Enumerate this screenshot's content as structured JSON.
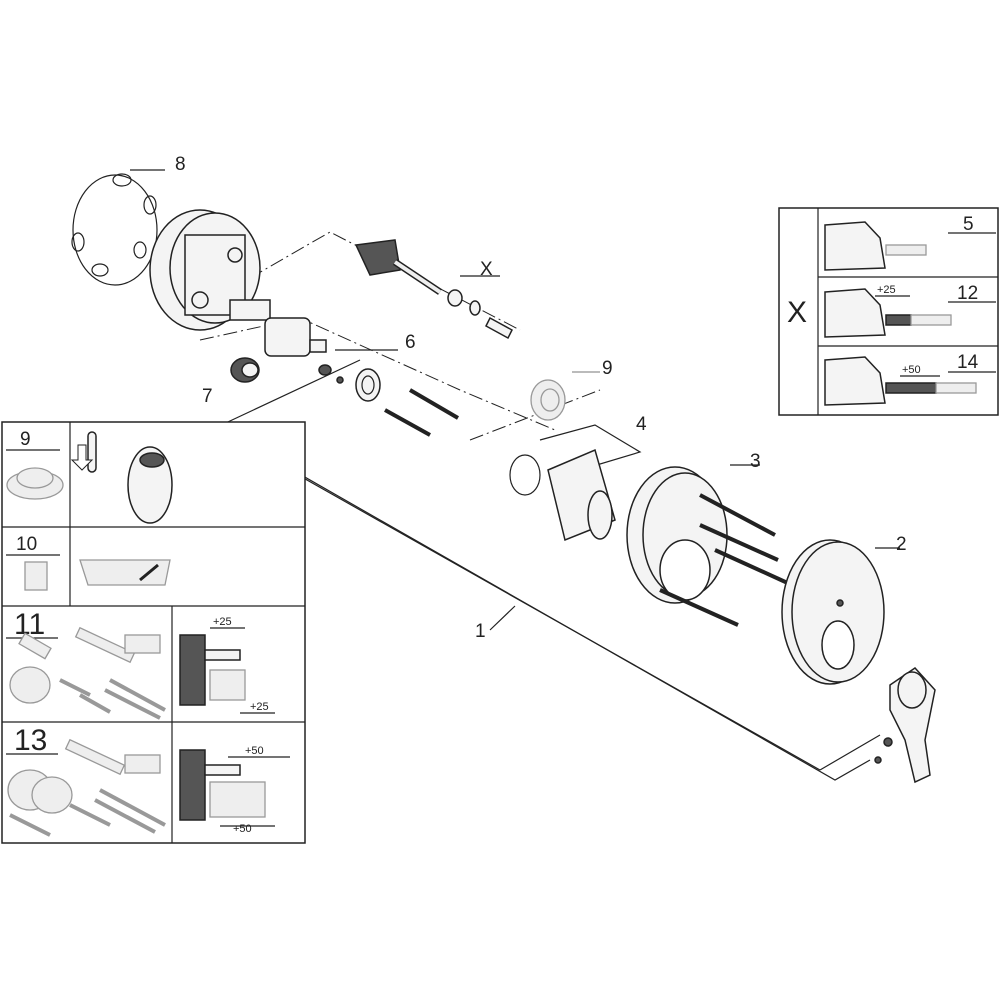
{
  "callouts": {
    "ring": "8",
    "kit_x": "X",
    "nuts": "6",
    "stop": "7",
    "cap": "9",
    "sleeve": "4",
    "plate": "3",
    "rosette": "2",
    "set": "1"
  },
  "extension_table": {
    "group_label": "X",
    "rows": [
      {
        "number": "5",
        "extension": ""
      },
      {
        "number": "12",
        "extension": "+25"
      },
      {
        "number": "14",
        "extension": "+50"
      }
    ]
  },
  "accessory_table": {
    "rows": [
      {
        "number": "9"
      },
      {
        "number": "10"
      },
      {
        "number": "11",
        "top_dim": "+25",
        "bottom_dim": "+25"
      },
      {
        "number": "13",
        "top_dim": "+50",
        "bottom_dim": "+50"
      }
    ]
  }
}
